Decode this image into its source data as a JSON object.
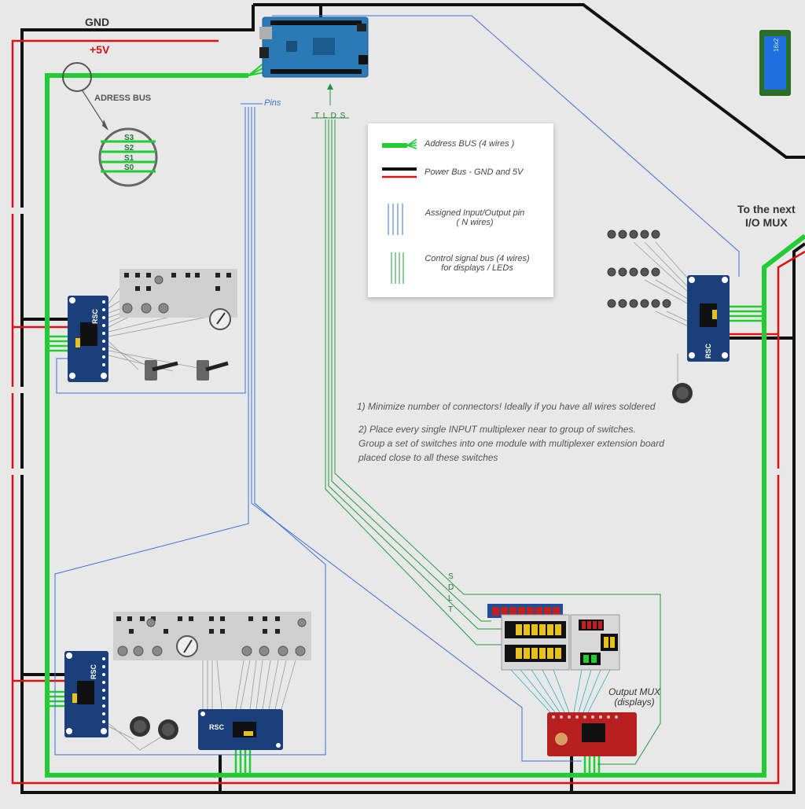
{
  "labels": {
    "gnd": "GND",
    "plus5v": "+5V",
    "address_bus": "ADRESS BUS",
    "pins": "Pins",
    "tlds": "T L D S",
    "next_mux": "To the next\nI/O MUX",
    "output_mux": "Output MUX\n(displays)",
    "sdlt": [
      "S",
      "D",
      "L",
      "T"
    ],
    "address_lines": [
      "S3",
      "S2",
      "S1",
      "S0"
    ],
    "lcd": "16x2",
    "board_brand": "RSC"
  },
  "legend": [
    {
      "name": "legend-address-bus",
      "text": "Address BUS (4 wires )"
    },
    {
      "name": "legend-power-bus",
      "text": "Power Bus - GND and 5V"
    },
    {
      "name": "legend-io-pin",
      "text": "Assigned Input/Output  pin\n( N  wires)"
    },
    {
      "name": "legend-control-bus",
      "text": "Control signal  bus (4 wires)\nfor displays / LEDs"
    }
  ],
  "notes": [
    "1) Minimize number of connectors! Ideally if you have all wires soldered",
    "2) Place every single INPUT multiplexer near to group of switches.\nGroup a set of switches into one module with multiplexer extension board\nplaced close to all these switches"
  ],
  "colors": {
    "address_bus": "#22cc33",
    "gnd": "#111111",
    "vcc": "#dd1111",
    "signal": "#3a6fd8",
    "control": "#1f9a3a",
    "mux_board": "#1a3f7a",
    "output_mux": "#b81f1f",
    "lcd": "#1f6fe0",
    "panel": "#cfcfcf"
  }
}
